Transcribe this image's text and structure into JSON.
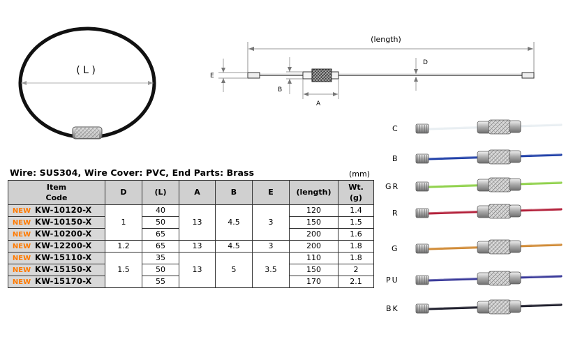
{
  "diagram": {
    "ring_label": "( L )",
    "length_label": "(length)",
    "dim_d": "D",
    "dim_e": "E",
    "dim_b": "B",
    "dim_a": "A"
  },
  "spec_line": "Wire: SUS304, Wire Cover: PVC, End Parts: Brass",
  "unit": "(mm)",
  "table": {
    "headers": {
      "item_code_line1": "Item",
      "item_code_line2": "Code",
      "d": "D",
      "l": "(L)",
      "a": "A",
      "b": "B",
      "e": "E",
      "length": "(length)",
      "wt_line1": "Wt.",
      "wt_line2": "(g)"
    },
    "new_tag": "NEW",
    "rows": [
      {
        "code": "KW-10120-X",
        "d": "1",
        "l": "40",
        "a": "13",
        "b": "4.5",
        "e": "3",
        "length": "120",
        "wt": "1.4"
      },
      {
        "code": "KW-10150-X",
        "l": "50",
        "length": "150",
        "wt": "1.5"
      },
      {
        "code": "KW-10200-X",
        "l": "65",
        "length": "200",
        "wt": "1.6"
      },
      {
        "code": "KW-12200-X",
        "d": "1.2",
        "l": "65",
        "a": "13",
        "b": "4.5",
        "e": "3",
        "length": "200",
        "wt": "1.8"
      },
      {
        "code": "KW-15110-X",
        "d": "1.5",
        "l": "35",
        "a": "13",
        "b": "5",
        "e": "3.5",
        "length": "110",
        "wt": "1.8"
      },
      {
        "code": "KW-15150-X",
        "l": "50",
        "length": "150",
        "wt": "2"
      },
      {
        "code": "KW-15170-X",
        "l": "55",
        "length": "170",
        "wt": "2.1"
      }
    ]
  },
  "color_variants": [
    {
      "label": "C",
      "color": "#e8eef2"
    },
    {
      "label": "B",
      "color": "#1f3fa8"
    },
    {
      "label": "GR",
      "color": "#8fd14a"
    },
    {
      "label": "R",
      "color": "#b3203a"
    },
    {
      "label": "G",
      "color": "#d08a35"
    },
    {
      "label": "PU",
      "color": "#3a3a9a"
    },
    {
      "label": "BK",
      "color": "#1c1c2a"
    }
  ]
}
